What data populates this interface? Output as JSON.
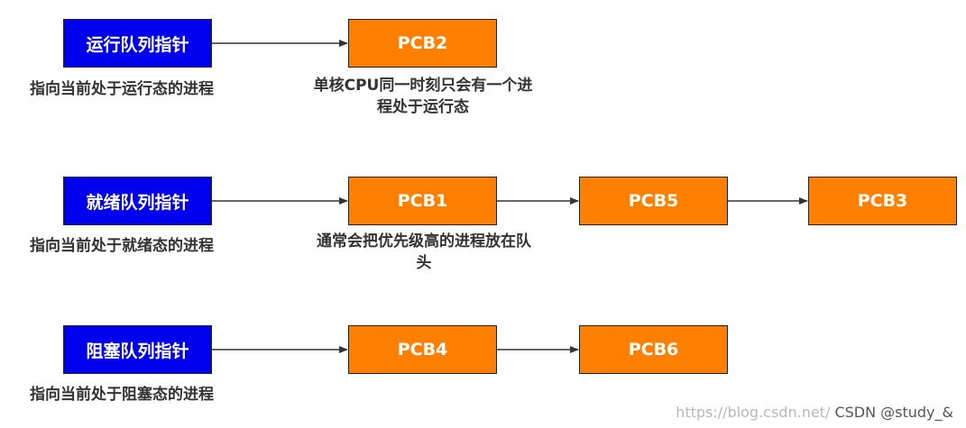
{
  "colors": {
    "pointer_fill": "#0000ee",
    "pcb_fill": "#ff8000",
    "text": "#333333"
  },
  "rows": [
    {
      "pointer": "运行队列指针",
      "description": "指向当前处于运行态的进程",
      "pcbs": [
        "PCB2"
      ],
      "note": "单核CPU同一时刻只会有一个进程处于运行态"
    },
    {
      "pointer": "就绪队列指针",
      "description": "指向当前处于就绪态的进程",
      "pcbs": [
        "PCB1",
        "PCB5",
        "PCB3"
      ],
      "note": "通常会把优先级高的进程放在队头"
    },
    {
      "pointer": "阻塞队列指针",
      "description": "指向当前处于阻塞态的进程",
      "pcbs": [
        "PCB4",
        "PCB6"
      ]
    }
  ],
  "watermark": {
    "faint": "https://blog.csdn.net/",
    "strong": "CSDN @study_&"
  }
}
